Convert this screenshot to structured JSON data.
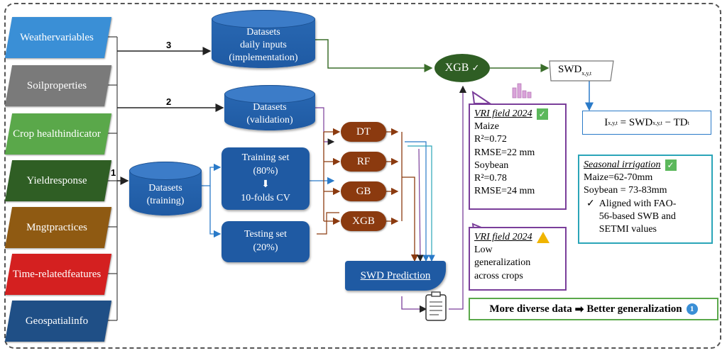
{
  "inputs": [
    {
      "label": "Weather variables",
      "color": "#3a8fd6"
    },
    {
      "label": "Soil properties",
      "color": "#7a7a7a"
    },
    {
      "label": "Crop health indicator",
      "color": "#5aa84a"
    },
    {
      "label": "Yield response",
      "color": "#2f5e24"
    },
    {
      "label": "Mngt practices",
      "color": "#8f5a12"
    },
    {
      "label": "Time-related features",
      "color": "#d42020"
    },
    {
      "label": "Geospatial info",
      "color": "#1f4f86"
    }
  ],
  "path_numbers": {
    "one": "1",
    "two": "2",
    "three": "3"
  },
  "datasets": {
    "daily": {
      "line1": "Datasets",
      "line2": "daily inputs",
      "line3": "(implementation)"
    },
    "validation": {
      "line1": "Datasets",
      "line2": "(validation)"
    },
    "training": {
      "line1": "Datasets",
      "line2": "(training)"
    }
  },
  "training_set": {
    "line1": "Training set",
    "line2": "(80%)",
    "arrow": "⬇",
    "line3": "10-folds CV"
  },
  "testing_set": {
    "line1": "Testing set",
    "line2": "(20%)"
  },
  "models": [
    "DT",
    "RF",
    "GB",
    "XGB"
  ],
  "xgb_top": "XGB",
  "swd_prediction": "SWD Prediction",
  "swd_output": {
    "main": "SWD",
    "sub": "x,y,t"
  },
  "irrigation_eq": {
    "I": "I",
    "Isub": "x,y,t",
    "eq": " = SWD",
    "SWDsub": "x,y,t",
    "minus": " − TD",
    "TDsub": "t"
  },
  "vri_panel_1": {
    "title": "VRI field 2024",
    "lines": [
      "Maize",
      "R²=0.72",
      "RMSE=22 mm",
      "Soybean",
      "R²=0.78",
      "RMSE=24 mm"
    ]
  },
  "vri_panel_2": {
    "title": "VRI field 2024",
    "lines": [
      "Low",
      "generalization",
      "across crops"
    ]
  },
  "seasonal_panel": {
    "title": "Seasonal irrigation",
    "lines": [
      "Maize=62-70mm",
      "Soybean = 73-83mm"
    ],
    "bullet": "✓",
    "bullet_lines": [
      "Aligned with FAO-",
      "56-based SWB and",
      "SETMI values"
    ]
  },
  "footer": {
    "left": "More diverse data",
    "arrow": "➡",
    "right": "Better generalization",
    "badge": "1"
  },
  "colors": {
    "dark_blue": "#1f5aa3",
    "model_brown": "#8b3a0f",
    "xgb_green": "#2f5e24",
    "panel_purple": "#7a3e9a",
    "teal": "#2aa5b8"
  }
}
